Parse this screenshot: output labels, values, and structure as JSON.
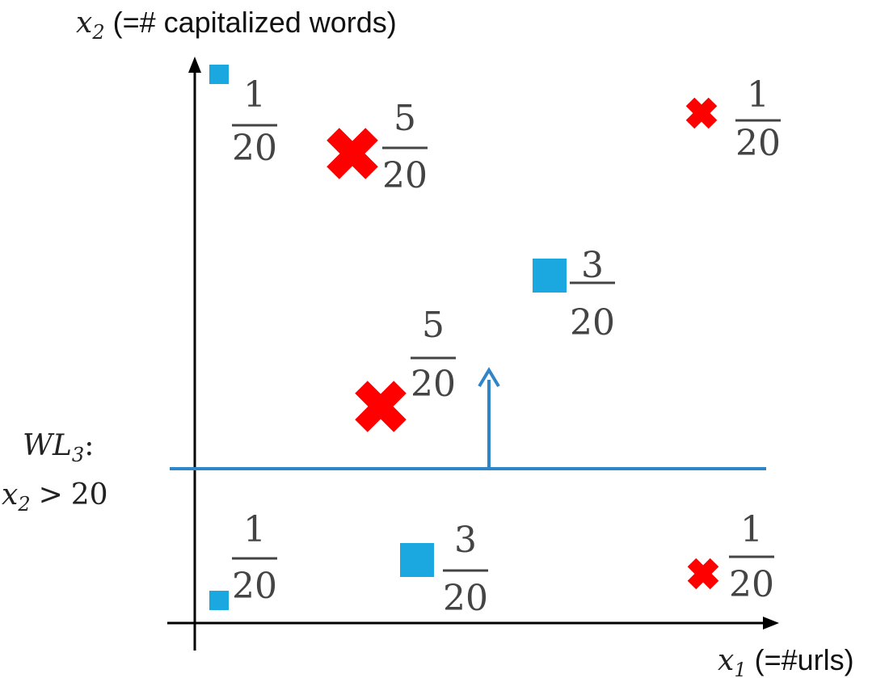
{
  "y_axis": {
    "var": "x",
    "sub": "2",
    "desc": "(=# capitalized words)"
  },
  "x_axis": {
    "var": "x",
    "sub": "1",
    "desc": "(=#urls)"
  },
  "weak_learner": {
    "name": "WL",
    "sub": "3",
    "colon": ":",
    "rule_var": "x",
    "rule_sub": "2",
    "rule_op": ">",
    "rule_val": "20"
  },
  "colors": {
    "square": "#1ba8e0",
    "cross": "#ff0000",
    "line": "#2e86c8",
    "axis": "#000000"
  },
  "points": [
    {
      "shape": "square",
      "size": "small",
      "num": "1",
      "den": "20"
    },
    {
      "shape": "cross",
      "size": "large",
      "num": "5",
      "den": "20"
    },
    {
      "shape": "cross",
      "size": "small",
      "num": "1",
      "den": "20"
    },
    {
      "shape": "square",
      "size": "large",
      "num": "3",
      "den": "20"
    },
    {
      "shape": "cross",
      "size": "large",
      "num": "5",
      "den": "20"
    },
    {
      "shape": "square",
      "size": "small",
      "num": "1",
      "den": "20"
    },
    {
      "shape": "square",
      "size": "large",
      "num": "3",
      "den": "20"
    },
    {
      "shape": "cross",
      "size": "small",
      "num": "1",
      "den": "20"
    }
  ]
}
